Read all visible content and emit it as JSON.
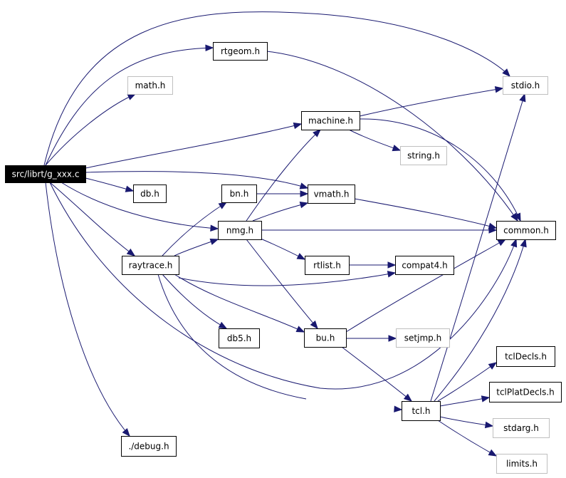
{
  "graph": {
    "nodes": [
      {
        "id": "root",
        "label": "src/librt/g_xxx.c",
        "style": "root"
      },
      {
        "id": "rtgeom",
        "label": "rtgeom.h",
        "style": "normal"
      },
      {
        "id": "math",
        "label": "math.h",
        "style": "missing"
      },
      {
        "id": "stdio",
        "label": "stdio.h",
        "style": "missing"
      },
      {
        "id": "machine",
        "label": "machine.h",
        "style": "normal"
      },
      {
        "id": "string",
        "label": "string.h",
        "style": "missing"
      },
      {
        "id": "db",
        "label": "db.h",
        "style": "normal"
      },
      {
        "id": "bn",
        "label": "bn.h",
        "style": "normal"
      },
      {
        "id": "vmath",
        "label": "vmath.h",
        "style": "normal"
      },
      {
        "id": "common",
        "label": "common.h",
        "style": "normal"
      },
      {
        "id": "nmg",
        "label": "nmg.h",
        "style": "normal"
      },
      {
        "id": "raytrace",
        "label": "raytrace.h",
        "style": "normal"
      },
      {
        "id": "rtlist",
        "label": "rtlist.h",
        "style": "normal"
      },
      {
        "id": "compat4",
        "label": "compat4.h",
        "style": "normal"
      },
      {
        "id": "db5",
        "label": "db5.h",
        "style": "normal"
      },
      {
        "id": "bu",
        "label": "bu.h",
        "style": "normal"
      },
      {
        "id": "setjmp",
        "label": "setjmp.h",
        "style": "missing"
      },
      {
        "id": "tclDecls",
        "label": "tclDecls.h",
        "style": "normal"
      },
      {
        "id": "tclPlatDecls",
        "label": "tclPlatDecls.h",
        "style": "normal"
      },
      {
        "id": "tcl",
        "label": "tcl.h",
        "style": "normal"
      },
      {
        "id": "stdarg",
        "label": "stdarg.h",
        "style": "missing"
      },
      {
        "id": "debug",
        "label": "./debug.h",
        "style": "normal"
      },
      {
        "id": "limits",
        "label": "limits.h",
        "style": "missing"
      }
    ],
    "edges": [
      {
        "from": "root",
        "to": "rtgeom"
      },
      {
        "from": "root",
        "to": "math"
      },
      {
        "from": "root",
        "to": "stdio"
      },
      {
        "from": "root",
        "to": "machine"
      },
      {
        "from": "root",
        "to": "db"
      },
      {
        "from": "root",
        "to": "vmath"
      },
      {
        "from": "root",
        "to": "nmg"
      },
      {
        "from": "root",
        "to": "raytrace"
      },
      {
        "from": "root",
        "to": "common"
      },
      {
        "from": "root",
        "to": "debug"
      },
      {
        "from": "rtgeom",
        "to": "common"
      },
      {
        "from": "machine",
        "to": "stdio"
      },
      {
        "from": "machine",
        "to": "string"
      },
      {
        "from": "machine",
        "to": "common"
      },
      {
        "from": "bn",
        "to": "vmath"
      },
      {
        "from": "vmath",
        "to": "common"
      },
      {
        "from": "nmg",
        "to": "machine"
      },
      {
        "from": "nmg",
        "to": "vmath"
      },
      {
        "from": "nmg",
        "to": "common"
      },
      {
        "from": "nmg",
        "to": "rtlist"
      },
      {
        "from": "nmg",
        "to": "bu"
      },
      {
        "from": "raytrace",
        "to": "bn"
      },
      {
        "from": "raytrace",
        "to": "nmg"
      },
      {
        "from": "raytrace",
        "to": "compat4"
      },
      {
        "from": "raytrace",
        "to": "db5"
      },
      {
        "from": "raytrace",
        "to": "bu"
      },
      {
        "from": "raytrace",
        "to": "tcl"
      },
      {
        "from": "rtlist",
        "to": "compat4"
      },
      {
        "from": "bu",
        "to": "common"
      },
      {
        "from": "bu",
        "to": "setjmp"
      },
      {
        "from": "bu",
        "to": "tcl"
      },
      {
        "from": "tcl",
        "to": "stdio"
      },
      {
        "from": "tcl",
        "to": "common"
      },
      {
        "from": "tcl",
        "to": "tclDecls"
      },
      {
        "from": "tcl",
        "to": "tclPlatDecls"
      },
      {
        "from": "tcl",
        "to": "stdarg"
      },
      {
        "from": "tcl",
        "to": "limits"
      }
    ]
  }
}
